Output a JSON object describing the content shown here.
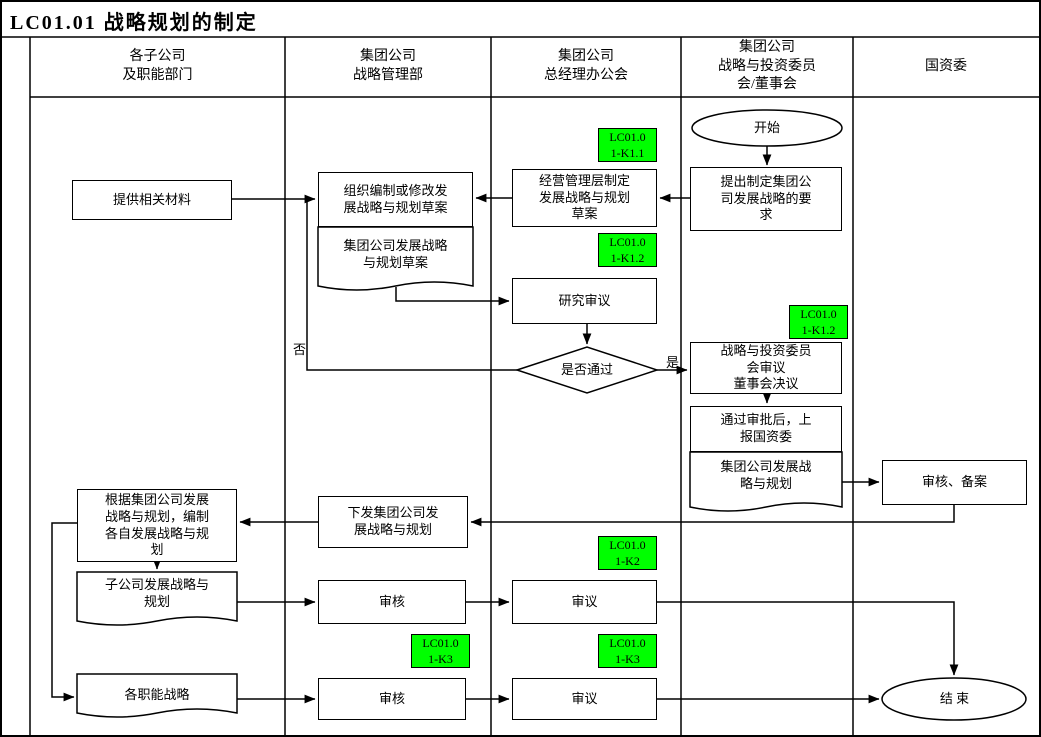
{
  "title": "LC01.01  战略规划的制定",
  "lanes": {
    "l1": "各子公司\n及职能部门",
    "l2": "集团公司\n战略管理部",
    "l3": "集团公司\n总经理办公会",
    "l4": "集团公司\n战略与投资委员\n会/董事会",
    "l5": "国资委"
  },
  "nodes": {
    "start": "开始",
    "propose": "提出制定集团公\n司发展战略的要\n求",
    "draft_by_mgmt": "经营管理层制定\n发展战略与规划\n草案",
    "organize_draft": "组织编制或修改发\n展战略与规划草案",
    "provide_materials": "提供相关材料",
    "draft_doc": "集团公司发展战略\n与规划草案",
    "study_review": "研究审议",
    "decision": "是否通过",
    "committee_review": "战略与投资委员\n会审议\n董事会决议",
    "report_sasac": "通过审批后，上\n报国资委",
    "strategy_doc": "集团公司发展战\n略与规划",
    "audit_filing": "审核、备案",
    "issue_strategy": "下发集团公司发\n展战略与规划",
    "formulate_own": "根据集团公司发展\n战略与规划，编制\n各自发展战略与规\n划",
    "subsidiary_doc": "子公司发展战略与\n规划",
    "review_sub": "审核",
    "deliberate_sub": "审议",
    "functional_doc": "各职能战略",
    "review_func": "审核",
    "deliberate_func": "审议",
    "end": "结 束"
  },
  "k_labels": {
    "k11": "LC01.0\n1-K1.1",
    "k12_a": "LC01.0\n1-K1.2",
    "k12_b": "LC01.0\n1-K1.2",
    "k2": "LC01.0\n1-K2",
    "k3_a": "LC01.0\n1-K3",
    "k3_b": "LC01.0\n1-K3"
  },
  "edge_labels": {
    "no": "否",
    "yes": "是"
  },
  "colors": {
    "k_label_bg": "#00ff00",
    "line": "#000000",
    "shape_fill": "#ffffff"
  }
}
